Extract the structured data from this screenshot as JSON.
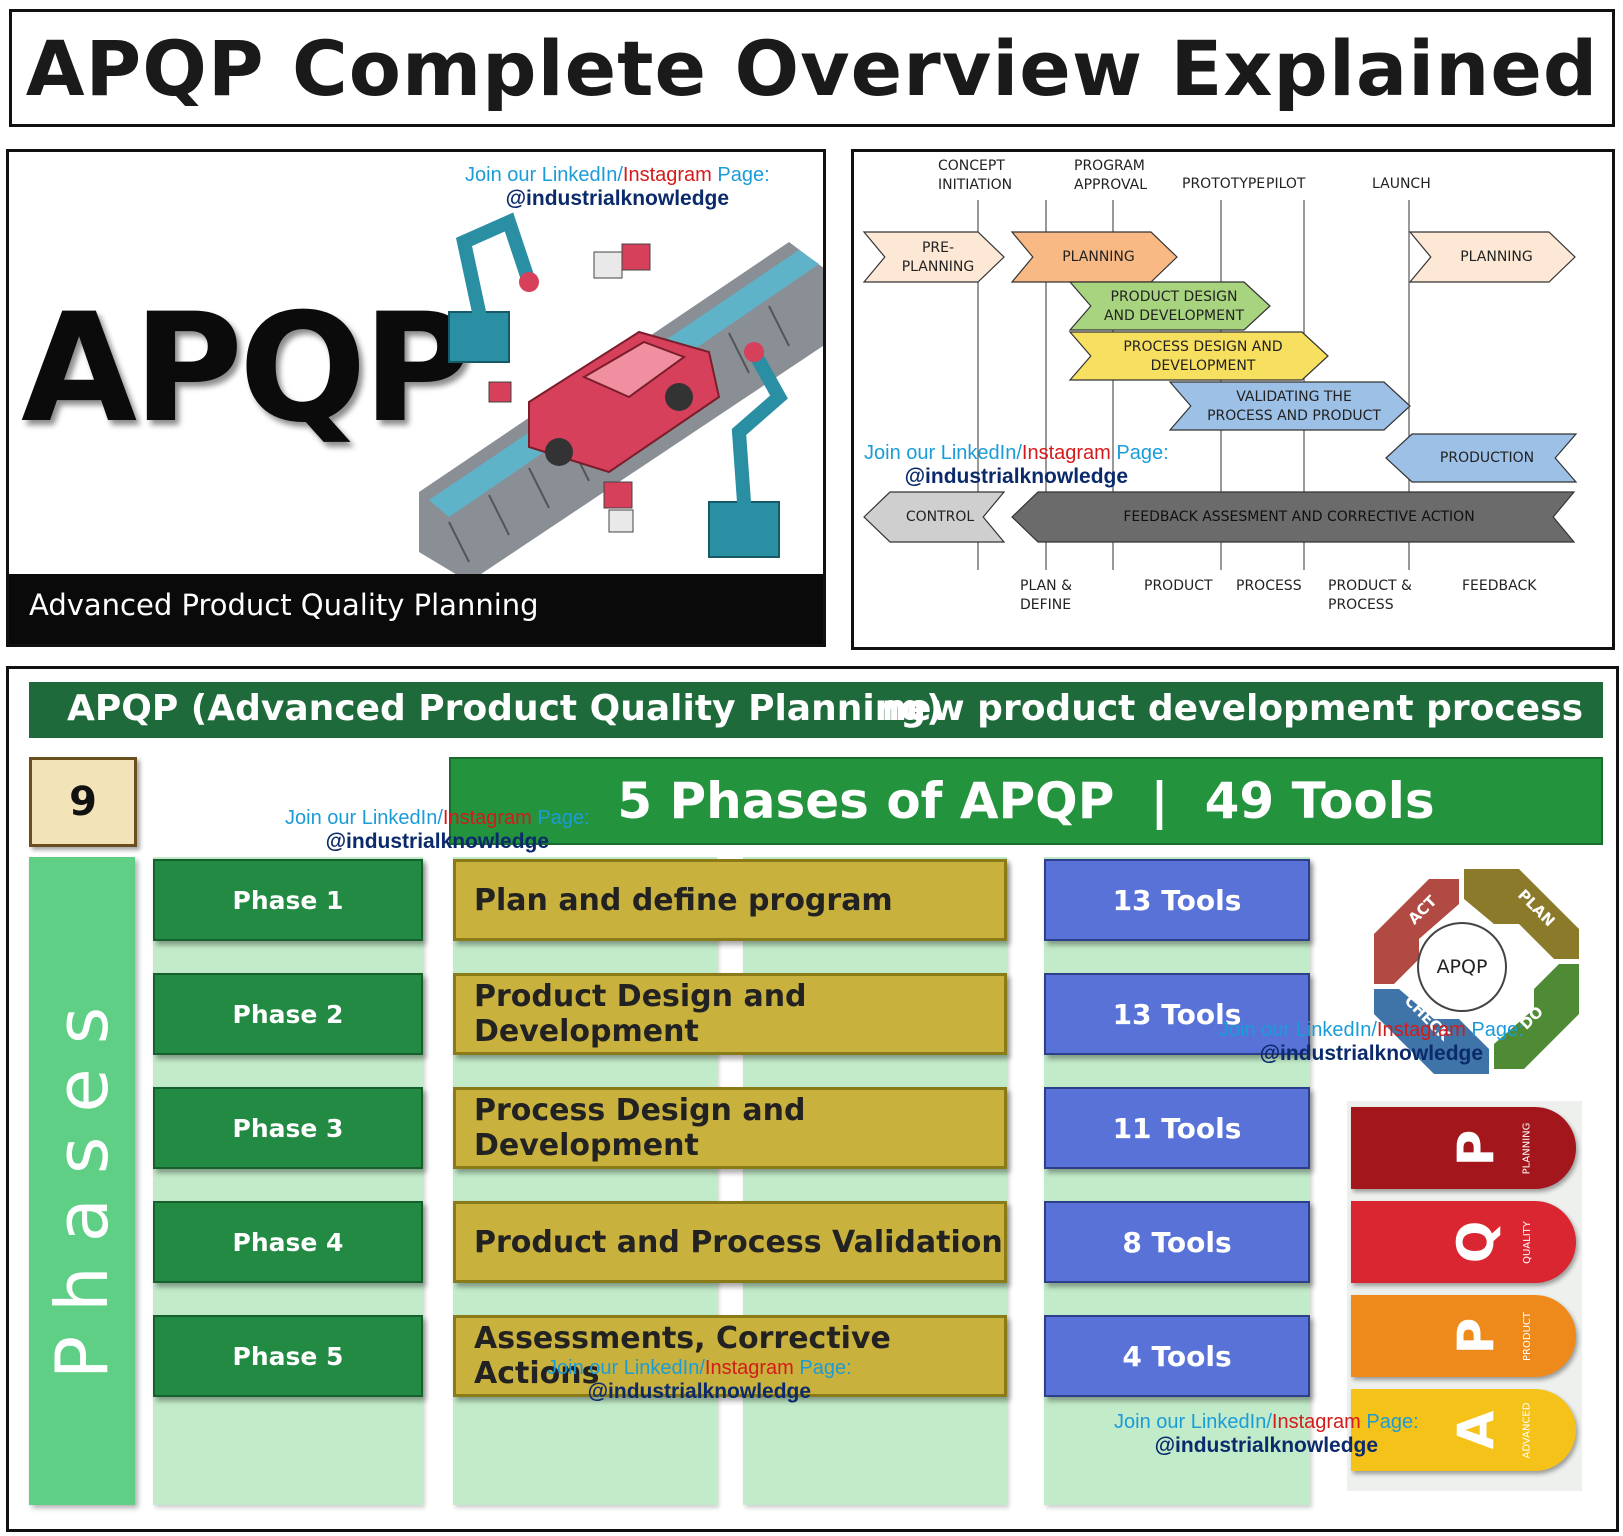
{
  "title": "APQP Complete Overview Explained",
  "promo": {
    "line1_a": "Join our LinkedIn/",
    "line1_b": "Instagram",
    "line1_c": "Page:",
    "handle": "@industrialknowledge"
  },
  "cover": {
    "acronym": "APQP",
    "caption": "Advanced Product Quality Planning"
  },
  "timeline": {
    "milestones_top": [
      "CONCEPT\nINITIATION",
      "PROGRAM\nAPPROVAL",
      "PROTOTYPE",
      "PILOT",
      "LAUNCH"
    ],
    "bars": {
      "pre_planning": "PRE-\nPLANNING",
      "planning": "PLANNING",
      "planning_end": "PLANNING",
      "product_design": "PRODUCT DESIGN\nAND DEVELOPMENT",
      "process_design": "PROCESS DESIGN AND\nDEVELOPMENT",
      "validating": "VALIDATING THE\nPROCESS AND PRODUCT",
      "production": "PRODUCTION",
      "control": "CONTROL",
      "feedback": "FEEDBACK ASSESMENT AND CORRECTIVE ACTION"
    },
    "milestones_bottom": [
      "PLAN &\nDEFINE",
      "PRODUCT",
      "PROCESS",
      "PRODUCT &\nPROCESS",
      "FEEDBACK"
    ],
    "colors": {
      "peach": "#fde8d6",
      "orange": "#f8b984",
      "green": "#a8d47f",
      "yellow": "#f7df5f",
      "blue": "#9cc0e6",
      "grey": "#cfcfcf",
      "dark": "#6b6b6b"
    }
  },
  "phases": {
    "banner_left": "APQP (Advanced Product Quality Planning)",
    "banner_right": "new product development process",
    "badge": "9",
    "header_left": "5 Phases of APQP",
    "header_sep": "|",
    "header_right": "49 Tools",
    "vertical_label": "Phases",
    "rows": [
      {
        "phase": "Phase 1",
        "desc": "Plan and define program",
        "tools": "13 Tools"
      },
      {
        "phase": "Phase 2",
        "desc": "Product Design and Development",
        "tools": "13 Tools"
      },
      {
        "phase": "Phase 3",
        "desc": "Process Design and Development",
        "tools": "11 Tools"
      },
      {
        "phase": "Phase 4",
        "desc": "Product and Process Validation",
        "tools": "8 Tools"
      },
      {
        "phase": "Phase 5",
        "desc": "Assessments, Corrective Actions",
        "tools": "4 Tools"
      }
    ],
    "pdca": {
      "center": "APQP",
      "act": "ACT",
      "plan": "PLAN",
      "do": "DO",
      "check": "CHECK"
    },
    "stack": [
      {
        "letter": "P",
        "word": "PLANNING",
        "color": "#a3161b"
      },
      {
        "letter": "Q",
        "word": "QUALITY",
        "color": "#d92631"
      },
      {
        "letter": "P",
        "word": "PRODUCT",
        "color": "#ee8a1c"
      },
      {
        "letter": "A",
        "word": "ADVANCED",
        "color": "#f5c21a"
      }
    ]
  }
}
